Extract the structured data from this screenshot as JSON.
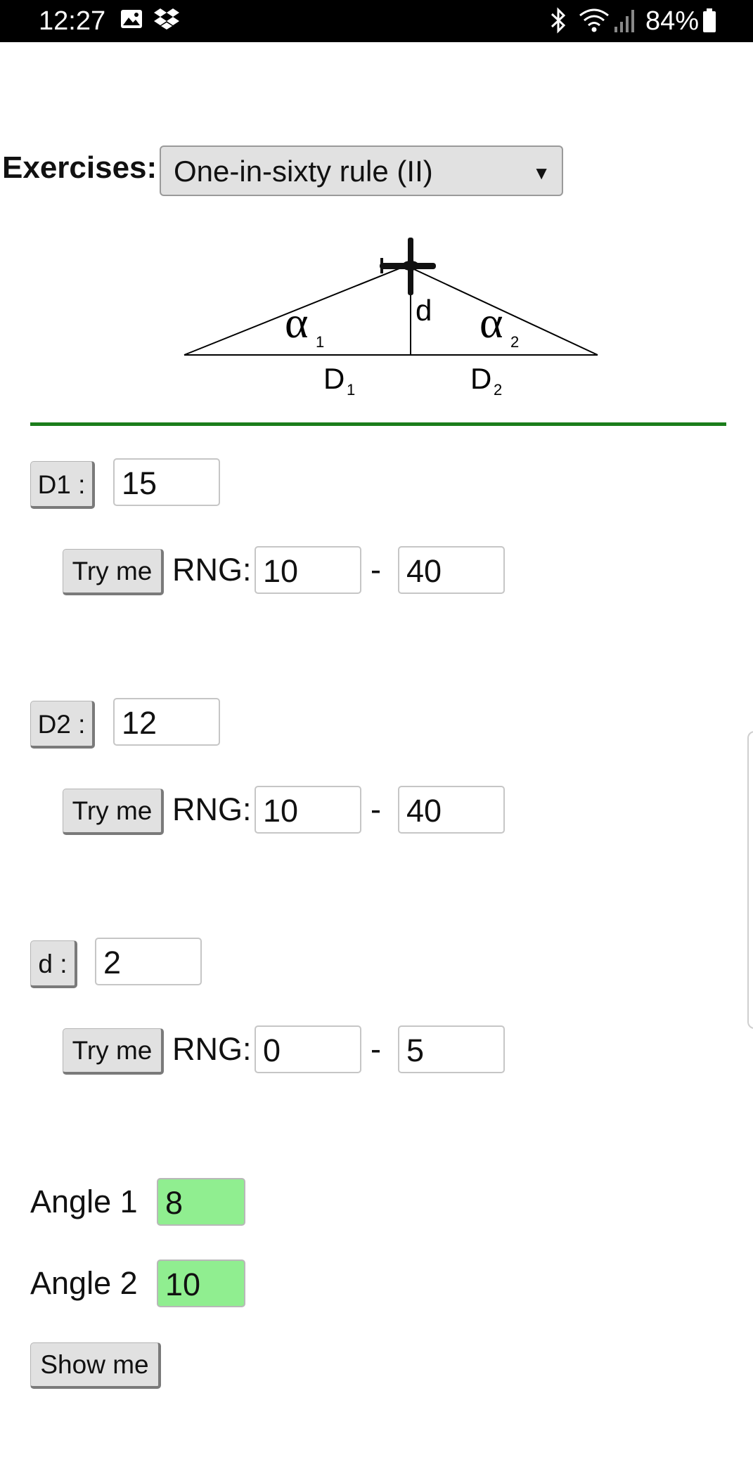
{
  "status_bar": {
    "time": "12:27",
    "battery": "84%",
    "icons": [
      "gallery-icon",
      "dropbox-icon",
      "bluetooth-icon",
      "wifi-icon",
      "signal-icon",
      "battery-icon"
    ]
  },
  "exercises": {
    "label": "Exercises:",
    "selected": "One-in-sixty rule (II)"
  },
  "diagram": {
    "alpha1": "α",
    "alpha1_sub": "1",
    "alpha2": "α",
    "alpha2_sub": "2",
    "d": "d",
    "D1": "D",
    "D1_sub": "1",
    "D2": "D",
    "D2_sub": "2",
    "divider_color": "#1b7d1b"
  },
  "params": {
    "D1": {
      "button": "D1 :",
      "value": "15",
      "try_label": "Try me",
      "rng_label": "RNG:",
      "min": "10",
      "dash": "-",
      "max": "40"
    },
    "D2": {
      "button": "D2 :",
      "value": "12",
      "try_label": "Try me",
      "rng_label": "RNG:",
      "min": "10",
      "dash": "-",
      "max": "40"
    },
    "d": {
      "button": "d :",
      "value": "2",
      "try_label": "Try me",
      "rng_label": "RNG:",
      "min": "0",
      "dash": "-",
      "max": "5"
    }
  },
  "results": {
    "angle1_label": "Angle 1",
    "angle1_value": "8",
    "angle2_label": "Angle 2",
    "angle2_value": "10",
    "show_button": "Show me",
    "highlight_color": "#90ee90"
  }
}
